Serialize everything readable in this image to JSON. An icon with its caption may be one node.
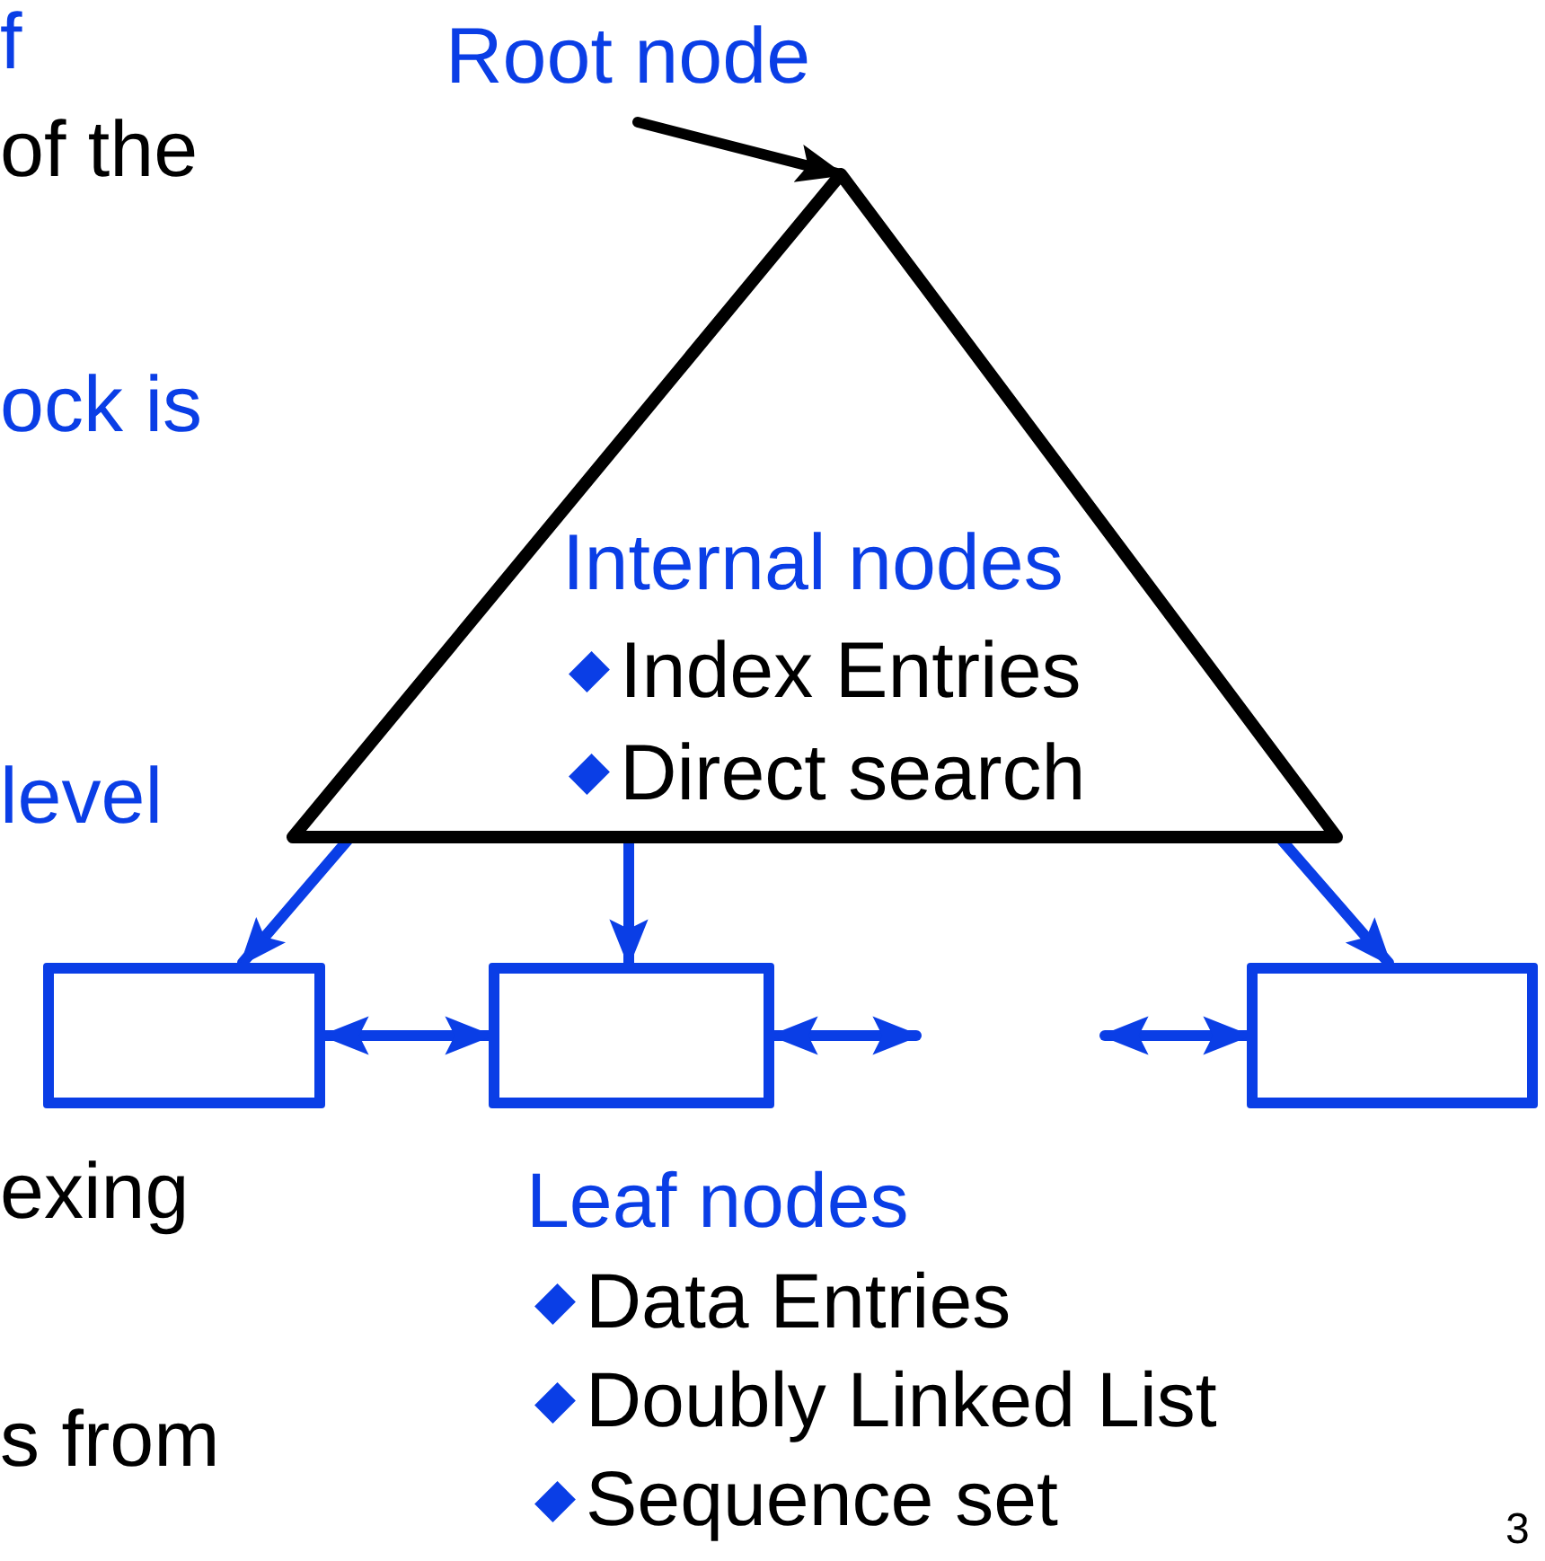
{
  "diagram": {
    "nodes": [
      {
        "text": [
          "Root node"
        ]
      },
      {
        "text": [
          "Internal nodes",
          "Index Entries",
          "Direct search"
        ]
      },
      {
        "text": [],
        "shape": "box"
      },
      {
        "text": [],
        "shape": "box"
      },
      {
        "text": [],
        "shape": "box"
      }
    ],
    "edges": [
      {
        "from": 0,
        "to": 1,
        "arrow": "to",
        "color": "#000000"
      },
      {
        "from": 1,
        "to": 2,
        "arrow": "to"
      },
      {
        "from": 1,
        "to": 3,
        "arrow": "to"
      },
      {
        "from": 1,
        "to": 4,
        "arrow": "to"
      },
      {
        "from": 2,
        "to": 3,
        "arrow": "both"
      },
      {
        "from": 3,
        "to": null,
        "arrow": "both"
      },
      {
        "from": null,
        "to": 4,
        "arrow": "both"
      }
    ],
    "labels": [
      "f",
      "of the",
      "ock is",
      "level",
      "exing",
      "s from",
      "Leaf nodes",
      "Data Entries",
      "Doubly Linked List",
      "Sequence set",
      "3"
    ]
  }
}
